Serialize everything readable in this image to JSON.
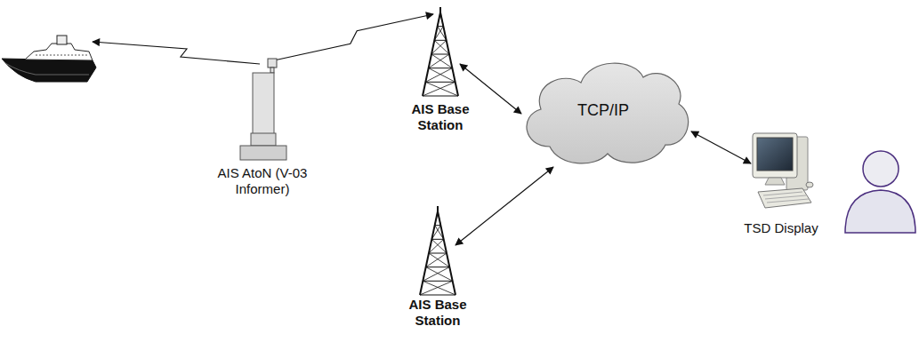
{
  "diagram": {
    "nodes": [
      {
        "text": [
          "AIS AtoN (V-03 Informer)"
        ]
      },
      {
        "text": [
          "AIS Base Station"
        ]
      },
      {
        "text": [
          "TCP/IP"
        ]
      },
      {
        "text": [
          "TSD Display"
        ]
      },
      {
        "text": [
          "AIS Base Station"
        ]
      }
    ],
    "edges": [
      {
        "from": 0,
        "to": 1,
        "arrow": "to"
      },
      {
        "from": 1,
        "to": 2,
        "arrow": "both"
      },
      {
        "from": 4,
        "to": 2,
        "arrow": "both"
      },
      {
        "from": 2,
        "to": 3,
        "arrow": "both"
      }
    ]
  }
}
